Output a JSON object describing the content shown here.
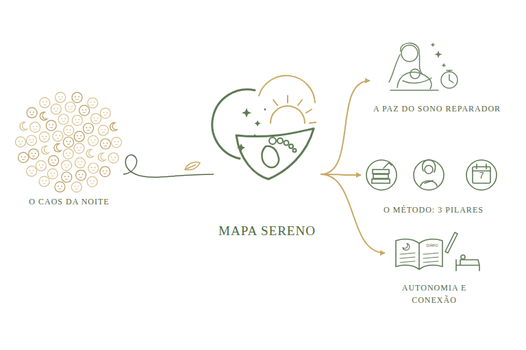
{
  "diagram": {
    "nodes": [
      {
        "text": [
          "O CAOS DA NOITE"
        ]
      },
      {
        "text": [
          "MAPA SERENO"
        ]
      },
      {
        "text": [
          "A PAZ DO SONO REPARADOR"
        ]
      },
      {
        "text": [
          "O MÉTODO: 3 PILARES"
        ]
      },
      {
        "text": [
          "AUTONOMIA E CONEXÃO"
        ]
      }
    ],
    "edges": [
      {
        "from": 0,
        "to": 1,
        "arrow": "none"
      },
      {
        "from": 1,
        "to": 2,
        "arrow": "to"
      },
      {
        "from": 1,
        "to": 3,
        "arrow": "to"
      },
      {
        "from": 1,
        "to": 4,
        "arrow": "to"
      }
    ],
    "labels": [
      "7",
      "DIÁRIO"
    ]
  }
}
